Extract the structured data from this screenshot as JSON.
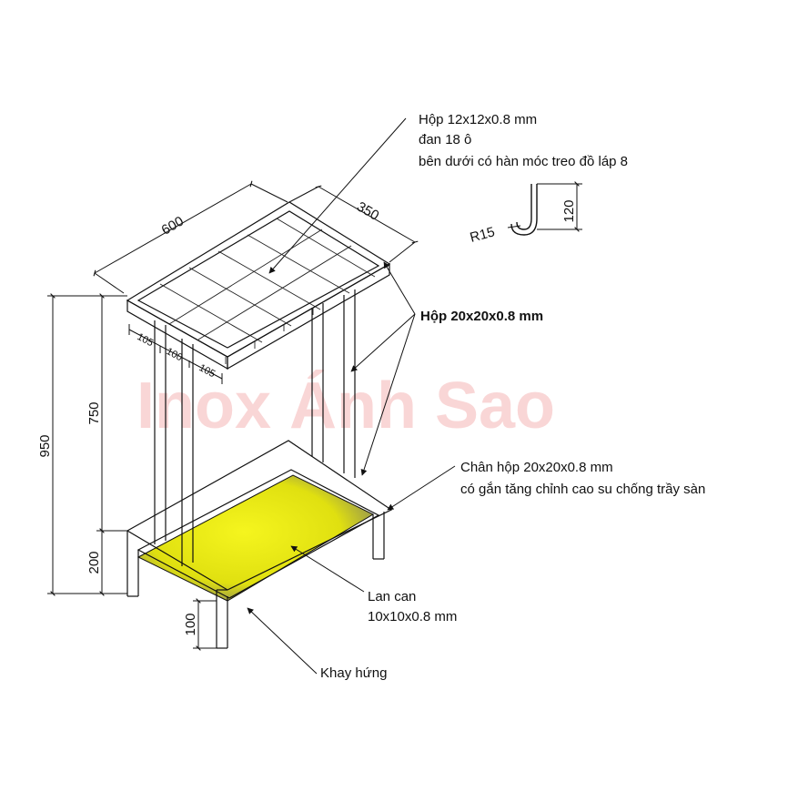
{
  "watermark": "Inox Ánh Sao",
  "labels": {
    "top_grid_line1": "Hộp 12x12x0.8 mm",
    "top_grid_line2": "đan 18 ô",
    "top_grid_line3": "bên dưới có hàn móc treo đồ láp 8",
    "frame_tube": "Hộp 20x20x0.8 mm",
    "feet_line1": "Chân hộp 20x20x0.8 mm",
    "feet_line2": "có gắn tăng chỉnh cao su chống trầy sàn",
    "railing_line1": "Lan can",
    "railing_line2": "10x10x0.8 mm",
    "tray": "Khay hứng"
  },
  "dimensions": {
    "length": "600",
    "width": "350",
    "total_height": "950",
    "upper_height": "750",
    "lower_height": "200",
    "foot_height": "100",
    "hook_height": "120",
    "hook_radius": "R15",
    "cell_a": "105",
    "cell_b": "100",
    "cell_c": "105"
  },
  "colors": {
    "tray_center": "#f2f20a",
    "tray_edge": "#2a2ad6",
    "watermark": "#f5b5b5"
  }
}
